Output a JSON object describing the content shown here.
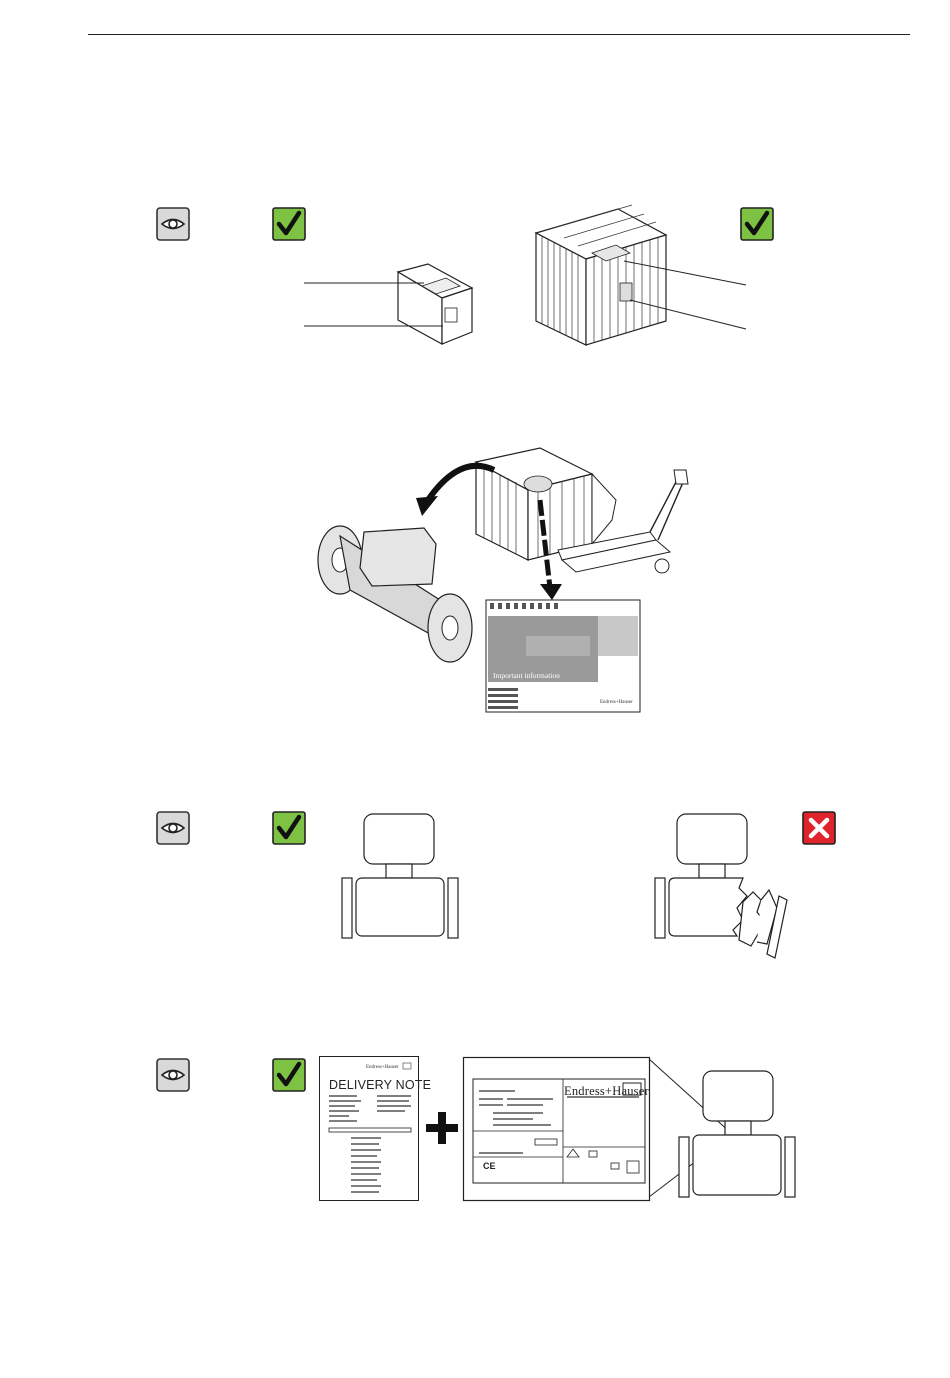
{
  "page": {
    "delivery_note_title": "DELIVERY NOTE",
    "delivery_note_brand": "Endress+Hauser",
    "nameplate_brand": "Endress+Hauser",
    "booklet_caption": "Important information",
    "booklet_brand": "Endress+Hauser"
  },
  "icons": {
    "eye": "eye-icon",
    "check": "check-icon",
    "cross": "cross-icon",
    "check_color": "#7dc242",
    "cross_color": "#e0242b"
  }
}
